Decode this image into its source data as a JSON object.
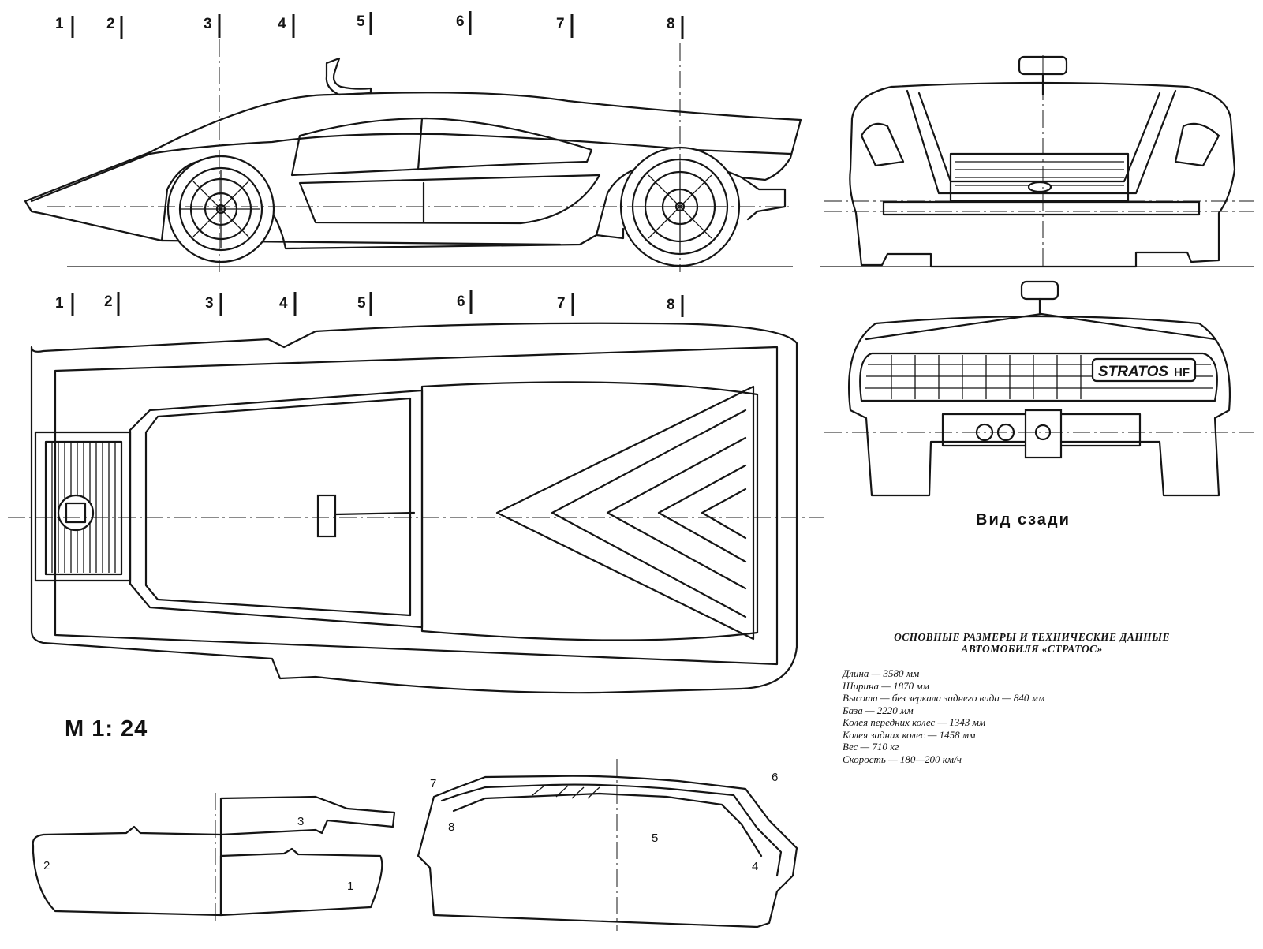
{
  "section_numbers": [
    "1",
    "2",
    "3",
    "4",
    "5",
    "6",
    "7",
    "8"
  ],
  "scale_label": "М 1: 24",
  "rear_view_label": "Вид сзади",
  "plate_text": "STRATOS",
  "plate_suffix": "HF",
  "part_numbers": [
    "1",
    "2",
    "3",
    "4",
    "5",
    "6",
    "7",
    "8"
  ],
  "specs": {
    "title_line1": "ОСНОВНЫЕ РАЗМЕРЫ И ТЕХНИЧЕСКИЕ ДАННЫЕ",
    "title_line2": "АВТОМОБИЛЯ «СТРАТОС»",
    "items": [
      "Длина — 3580 мм",
      "Ширина — 1870 мм",
      "Высота — без зеркала заднего вида — 840 мм",
      "База — 2220 мм",
      "Колея передних колес — 1343 мм",
      "Колея задних колес — 1458 мм",
      "Вес — 710 кг",
      "Скорость — 180—200 км/ч"
    ]
  }
}
